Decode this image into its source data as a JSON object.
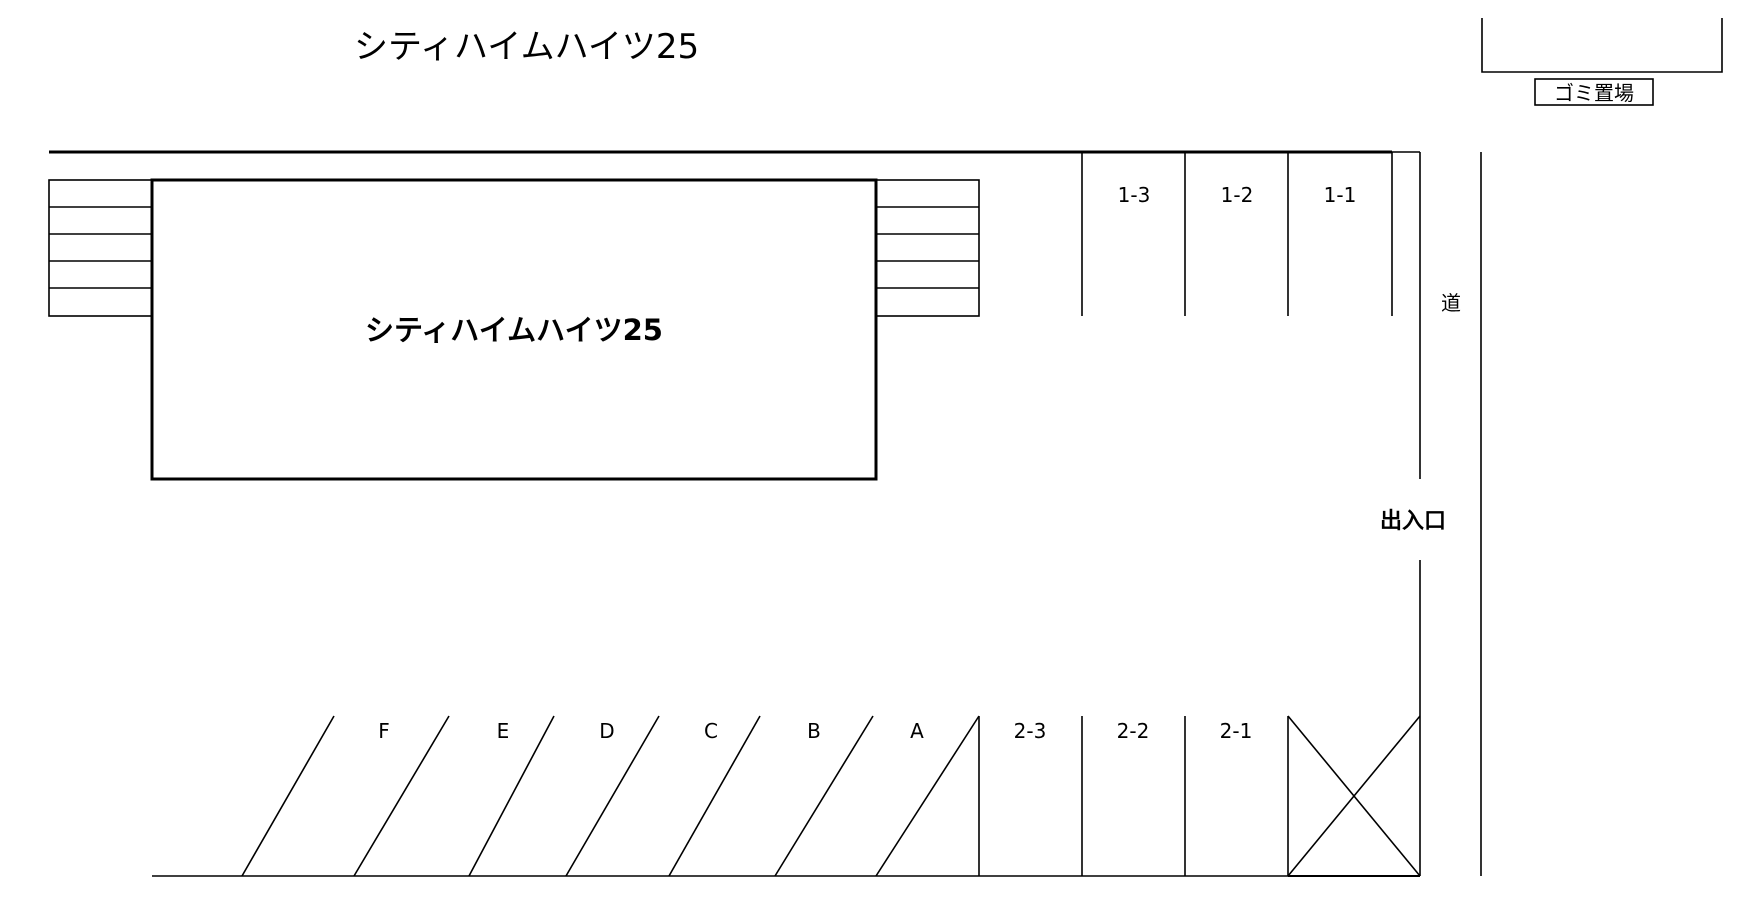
{
  "title": "シティハイムハイツ25",
  "building_name": "シティハイムハイツ25",
  "garbage_label": "ゴミ置場",
  "road_label": "道",
  "entrance_label": "出入口",
  "top_spaces": [
    "1-3",
    "1-2",
    "1-1"
  ],
  "bottom_spaces": [
    "2-3",
    "2-2",
    "2-1"
  ],
  "bike_spaces": [
    "F",
    "E",
    "D",
    "C",
    "B",
    "A"
  ]
}
